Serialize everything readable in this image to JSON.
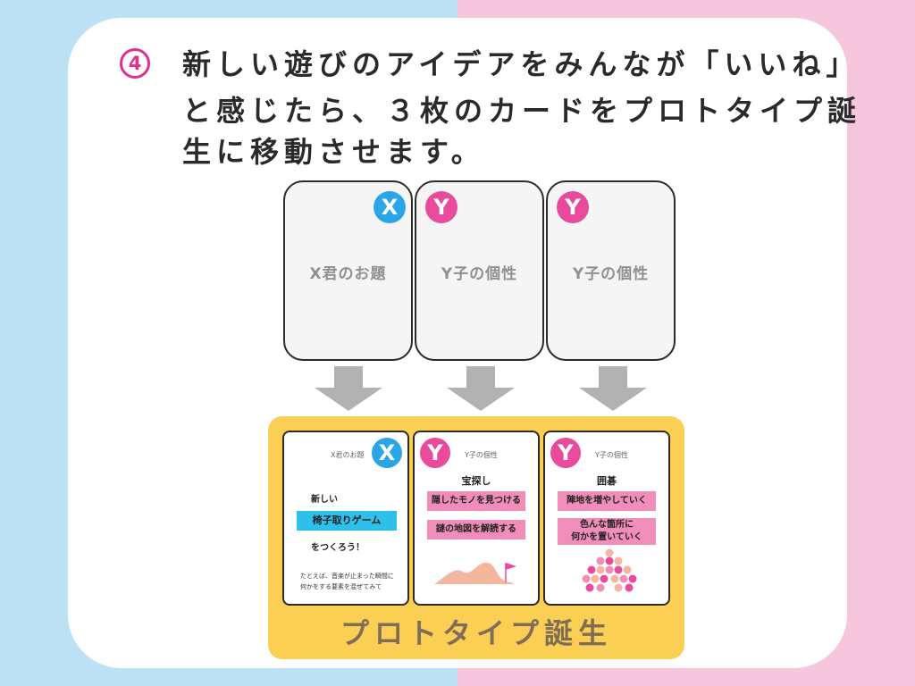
{
  "colors": {
    "bg_left": "#bde2f5",
    "bg_right": "#f6c6dc",
    "accent_pink": "#e0308a",
    "x_blue": "#2aa6e6",
    "y_pink": "#e84b9b",
    "prototype_yellow": "#fbcf54",
    "arrow_gray": "#b2b2b2",
    "highlight_blue": "#2ec0ea",
    "highlight_pink": "#f08db8",
    "illustration_salmon": "#f5b6a0"
  },
  "step": {
    "number": "4"
  },
  "instruction": {
    "line1": "新しい遊びのアイデアをみんなが「いいね」",
    "line2": "と感じたら、３枚のカードをプロトタイプ誕",
    "line3": "生に移動させます。"
  },
  "top_cards": [
    {
      "badge": "X",
      "label": "X君のお題"
    },
    {
      "badge": "Y",
      "label": "Y子の個性"
    },
    {
      "badge": "Y",
      "label": "Y子の個性"
    }
  ],
  "prototype": {
    "title": "プロトタイプ誕生",
    "card_x": {
      "badge": "X",
      "header": "X君のお題",
      "line1": "新しい",
      "highlight": "椅子取りゲーム",
      "line3": "をつくろう！",
      "footer1": "たとえば、音楽が止まった瞬間に",
      "footer2": "何かをする要素を混ぜてみて"
    },
    "card_y1": {
      "badge": "Y",
      "header": "Y子の個性",
      "title": "宝探し",
      "item1": "隠したモノを見つける",
      "item2": "謎の地図を解読する"
    },
    "card_y2": {
      "badge": "Y",
      "header": "Y子の個性",
      "title": "囲碁",
      "item1": "陣地を増やしていく",
      "item2a": "色んな箇所に",
      "item2b": "何かを置いていく"
    }
  }
}
